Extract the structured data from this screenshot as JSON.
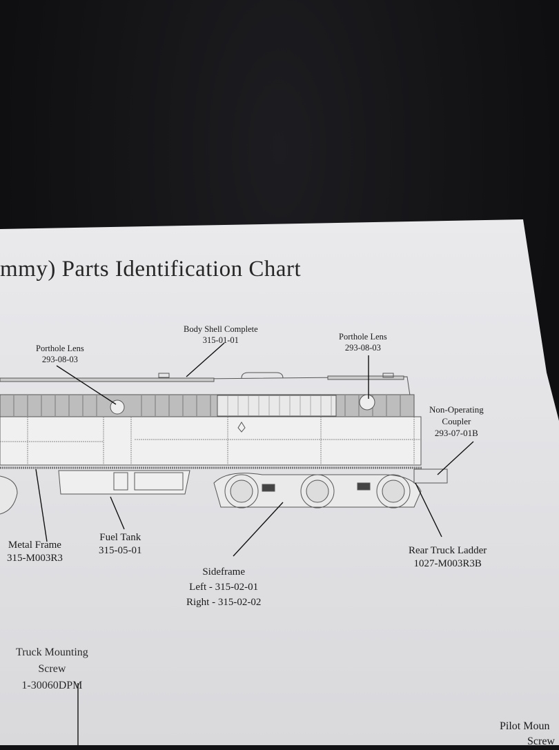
{
  "title": "mmy) Parts Identification Chart",
  "labels": {
    "porthole_left": {
      "name": "Porthole Lens",
      "part": "293-08-03"
    },
    "body_shell": {
      "name": "Body Shell Complete",
      "part": "315-01-01"
    },
    "porthole_right": {
      "name": "Porthole Lens",
      "part": "293-08-03"
    },
    "coupler": {
      "line1": "Non-Operating",
      "line2": "Coupler",
      "part": "293-07-01B"
    },
    "metal_frame": {
      "name": "Metal Frame",
      "part": "315-M003R3"
    },
    "fuel_tank": {
      "name": "Fuel Tank",
      "part": "315-05-01"
    },
    "sideframe": {
      "name": "Sideframe",
      "left": "Left - 315-02-01",
      "right": "Right - 315-02-02"
    },
    "rear_ladder": {
      "name": "Rear Truck Ladder",
      "part": "1027-M003R3B"
    },
    "truck_screw": {
      "line1": "Truck Mounting",
      "line2": "Screw",
      "part": "1-30060DPM"
    },
    "pilot_screw": {
      "line1": "Pilot Moun",
      "line2": "Screw"
    }
  }
}
